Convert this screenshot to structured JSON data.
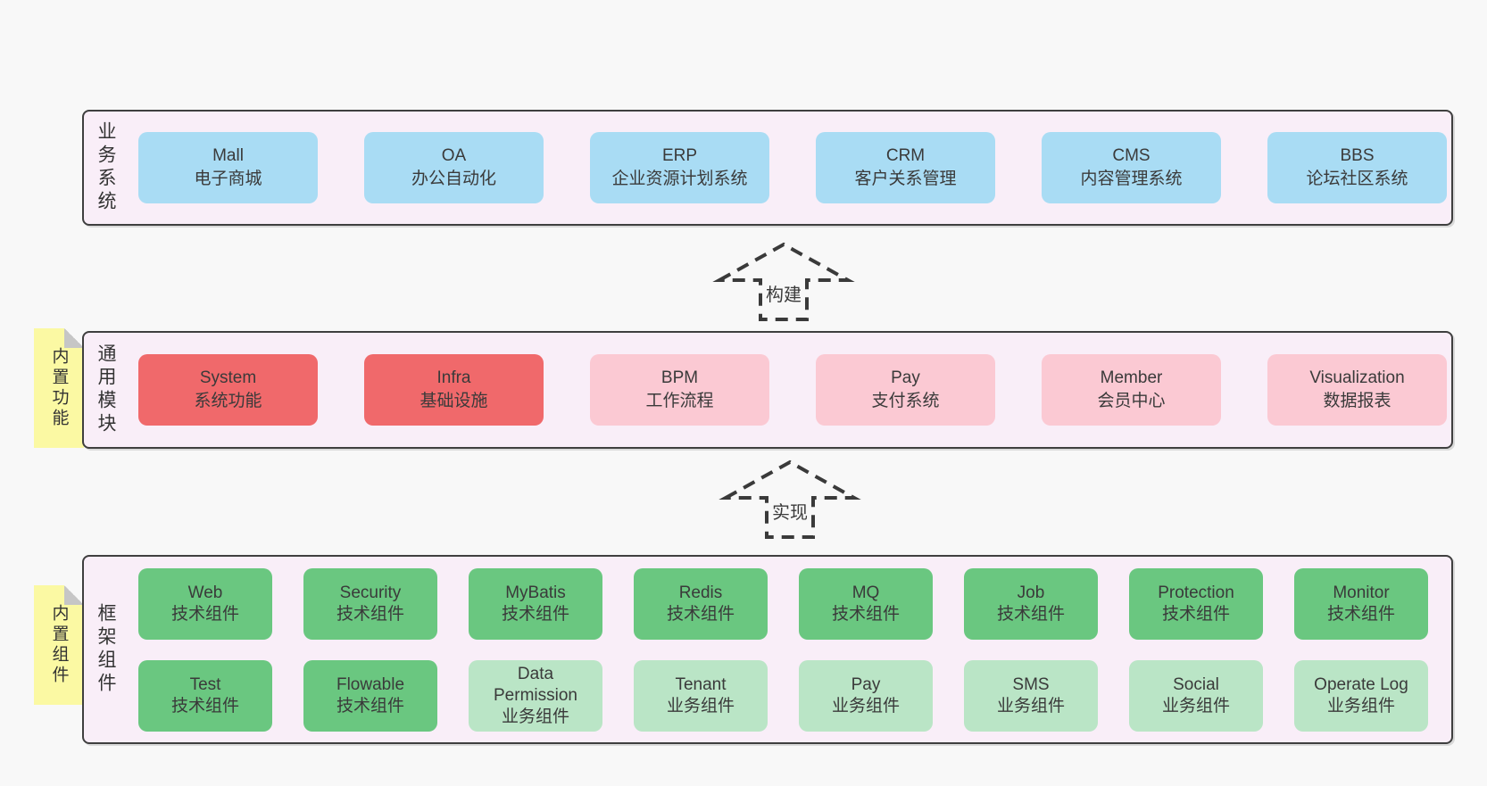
{
  "colors": {
    "page_bg": "#f8f8f8",
    "section_bg": "#f9eef8",
    "border": "#3f3f3f",
    "text": "#3a3a3a",
    "blue": "#a9dcf4",
    "red": "#f0696b",
    "pink": "#fbc9d3",
    "green": "#6ac780",
    "lightgreen": "#bae5c6",
    "sticky": "#fbf9a3"
  },
  "sections": [
    {
      "id": "business",
      "label": "业务系统",
      "sticky": null,
      "rows": [
        [
          {
            "en": "Mall",
            "cn": "电子商城",
            "color": "blue"
          },
          {
            "en": "OA",
            "cn": "办公自动化",
            "color": "blue"
          },
          {
            "en": "ERP",
            "cn": "企业资源计划系统",
            "color": "blue"
          },
          {
            "en": "CRM",
            "cn": "客户关系管理",
            "color": "blue"
          },
          {
            "en": "CMS",
            "cn": "内容管理系统",
            "color": "blue"
          },
          {
            "en": "BBS",
            "cn": "论坛社区系统",
            "color": "blue"
          }
        ]
      ]
    },
    {
      "id": "modules",
      "label": "通用模块",
      "sticky": "内置功能",
      "rows": [
        [
          {
            "en": "System",
            "cn": "系统功能",
            "color": "red"
          },
          {
            "en": "Infra",
            "cn": "基础设施",
            "color": "red"
          },
          {
            "en": "BPM",
            "cn": "工作流程",
            "color": "pink"
          },
          {
            "en": "Pay",
            "cn": "支付系统",
            "color": "pink"
          },
          {
            "en": "Member",
            "cn": "会员中心",
            "color": "pink"
          },
          {
            "en": "Visualization",
            "cn": "数据报表",
            "color": "pink"
          }
        ]
      ]
    },
    {
      "id": "components",
      "label": "框架组件",
      "sticky": "内置组件",
      "rows": [
        [
          {
            "en": "Web",
            "cn": "技术组件",
            "color": "green"
          },
          {
            "en": "Security",
            "cn": "技术组件",
            "color": "green"
          },
          {
            "en": "MyBatis",
            "cn": "技术组件",
            "color": "green"
          },
          {
            "en": "Redis",
            "cn": "技术组件",
            "color": "green"
          },
          {
            "en": "MQ",
            "cn": "技术组件",
            "color": "green"
          },
          {
            "en": "Job",
            "cn": "技术组件",
            "color": "green"
          },
          {
            "en": "Protection",
            "cn": "技术组件",
            "color": "green"
          },
          {
            "en": "Monitor",
            "cn": "技术组件",
            "color": "green"
          }
        ],
        [
          {
            "en": "Test",
            "cn": "技术组件",
            "color": "green"
          },
          {
            "en": "Flowable",
            "cn": "技术组件",
            "color": "green"
          },
          {
            "en": "Data Permission",
            "cn": "业务组件",
            "color": "lightgreen"
          },
          {
            "en": "Tenant",
            "cn": "业务组件",
            "color": "lightgreen"
          },
          {
            "en": "Pay",
            "cn": "业务组件",
            "color": "lightgreen"
          },
          {
            "en": "SMS",
            "cn": "业务组件",
            "color": "lightgreen"
          },
          {
            "en": "Social",
            "cn": "业务组件",
            "color": "lightgreen"
          },
          {
            "en": "Operate Log",
            "cn": "业务组件",
            "color": "lightgreen"
          }
        ]
      ]
    }
  ],
  "arrows": [
    {
      "label": "构建"
    },
    {
      "label": "实现"
    }
  ]
}
